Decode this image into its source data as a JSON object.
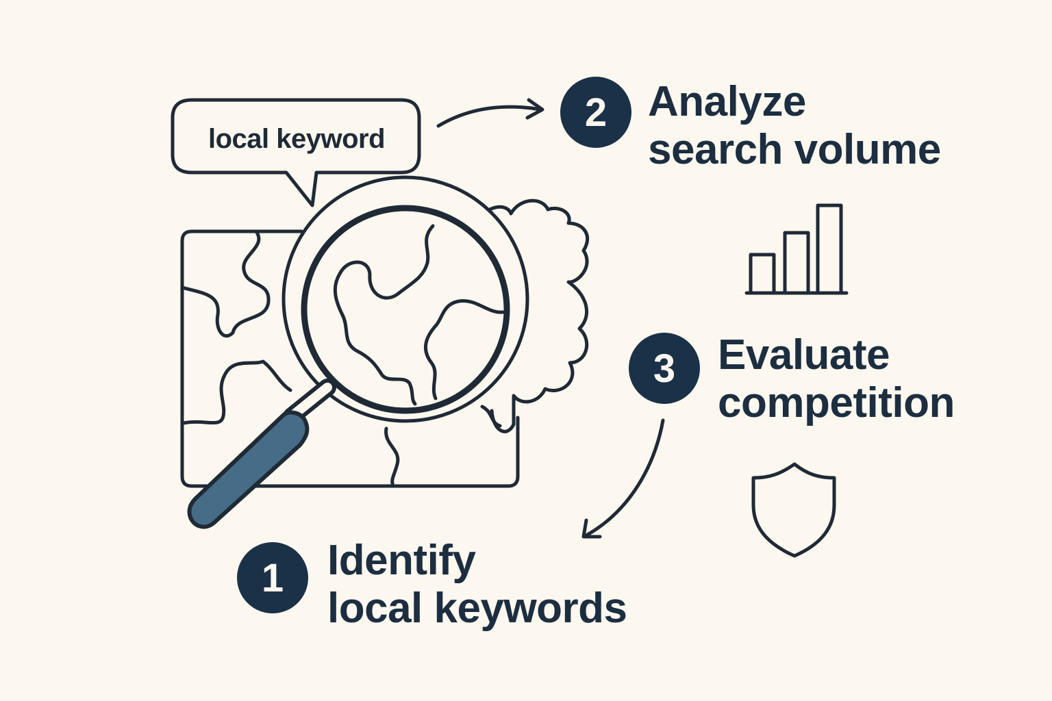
{
  "bubble": {
    "text": "local keyword"
  },
  "steps": [
    {
      "number": "1",
      "line1": "Identify",
      "line2": "local keywords"
    },
    {
      "number": "2",
      "line1": "Analyze",
      "line2": "search volume"
    },
    {
      "number": "3",
      "line1": "Evaluate",
      "line2": "competition"
    }
  ],
  "colors": {
    "background": "#fcf7ef",
    "ink": "#1c2e40",
    "badge": "#1b3148",
    "handle": "#466c87"
  },
  "icons": {
    "map": "map-icon",
    "magnifier": "magnifier-icon",
    "bar_chart": "bar-chart-icon",
    "shield": "shield-icon"
  }
}
